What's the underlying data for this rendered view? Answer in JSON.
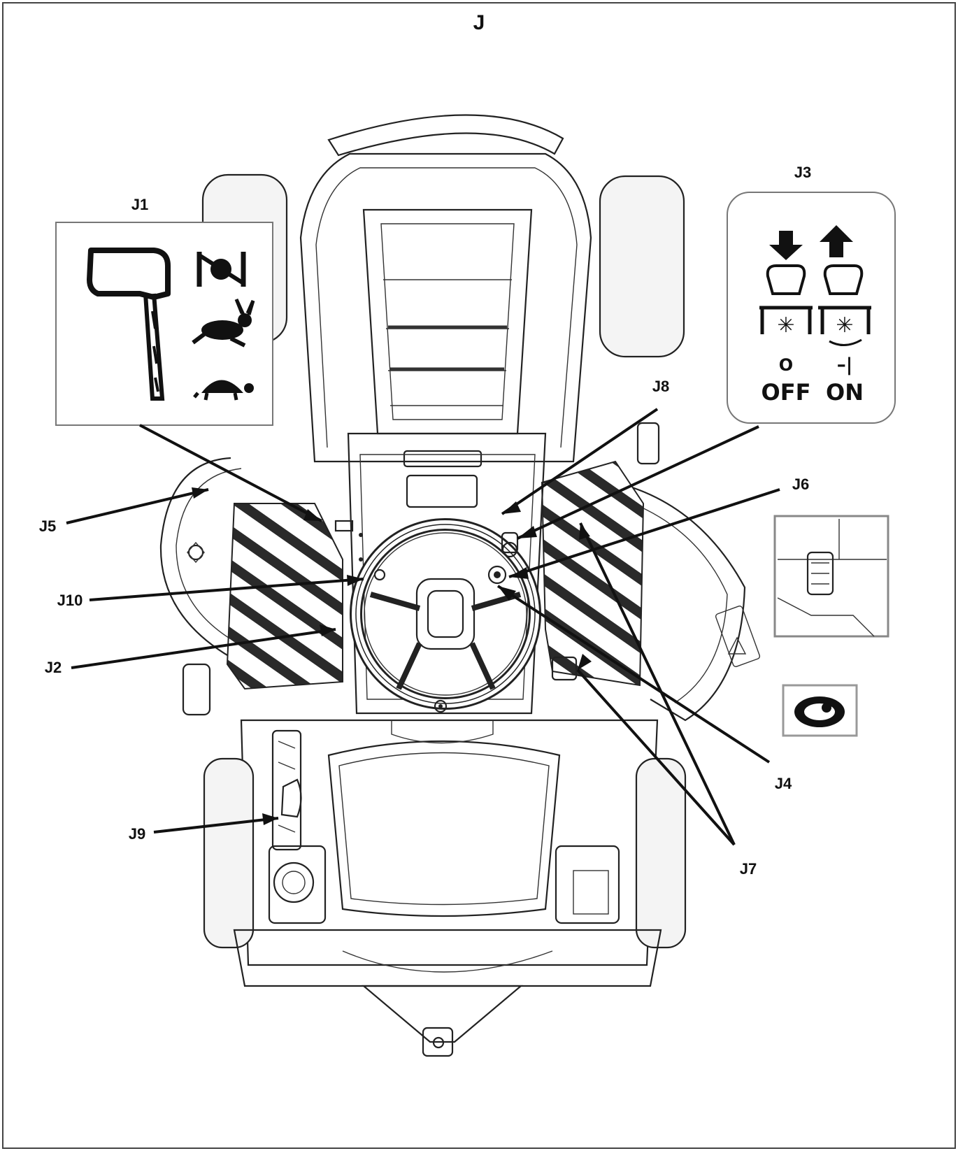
{
  "diagram": {
    "title": "J",
    "labels": {
      "j1": "J1",
      "j2": "J2",
      "j3": "J3",
      "j4": "J4",
      "j5": "J5",
      "j6": "J6",
      "j7": "J7",
      "j8": "J8",
      "j9": "J9",
      "j10": "J10"
    },
    "j1_panel": {
      "icons": [
        "throttle-lever-icon",
        "choke-icon",
        "rabbit-fast-icon",
        "turtle-slow-icon"
      ]
    },
    "j3_panel": {
      "off_symbol": "O",
      "off_label": "OFF",
      "on_symbol": "–|",
      "on_label": "ON",
      "icons": [
        "arrow-down-icon",
        "arrow-up-icon",
        "blade-disengaged-icon",
        "blade-engaged-icon"
      ]
    },
    "colors": {
      "line": "#222222",
      "background": "#ffffff",
      "panel_border": "#777777"
    }
  }
}
